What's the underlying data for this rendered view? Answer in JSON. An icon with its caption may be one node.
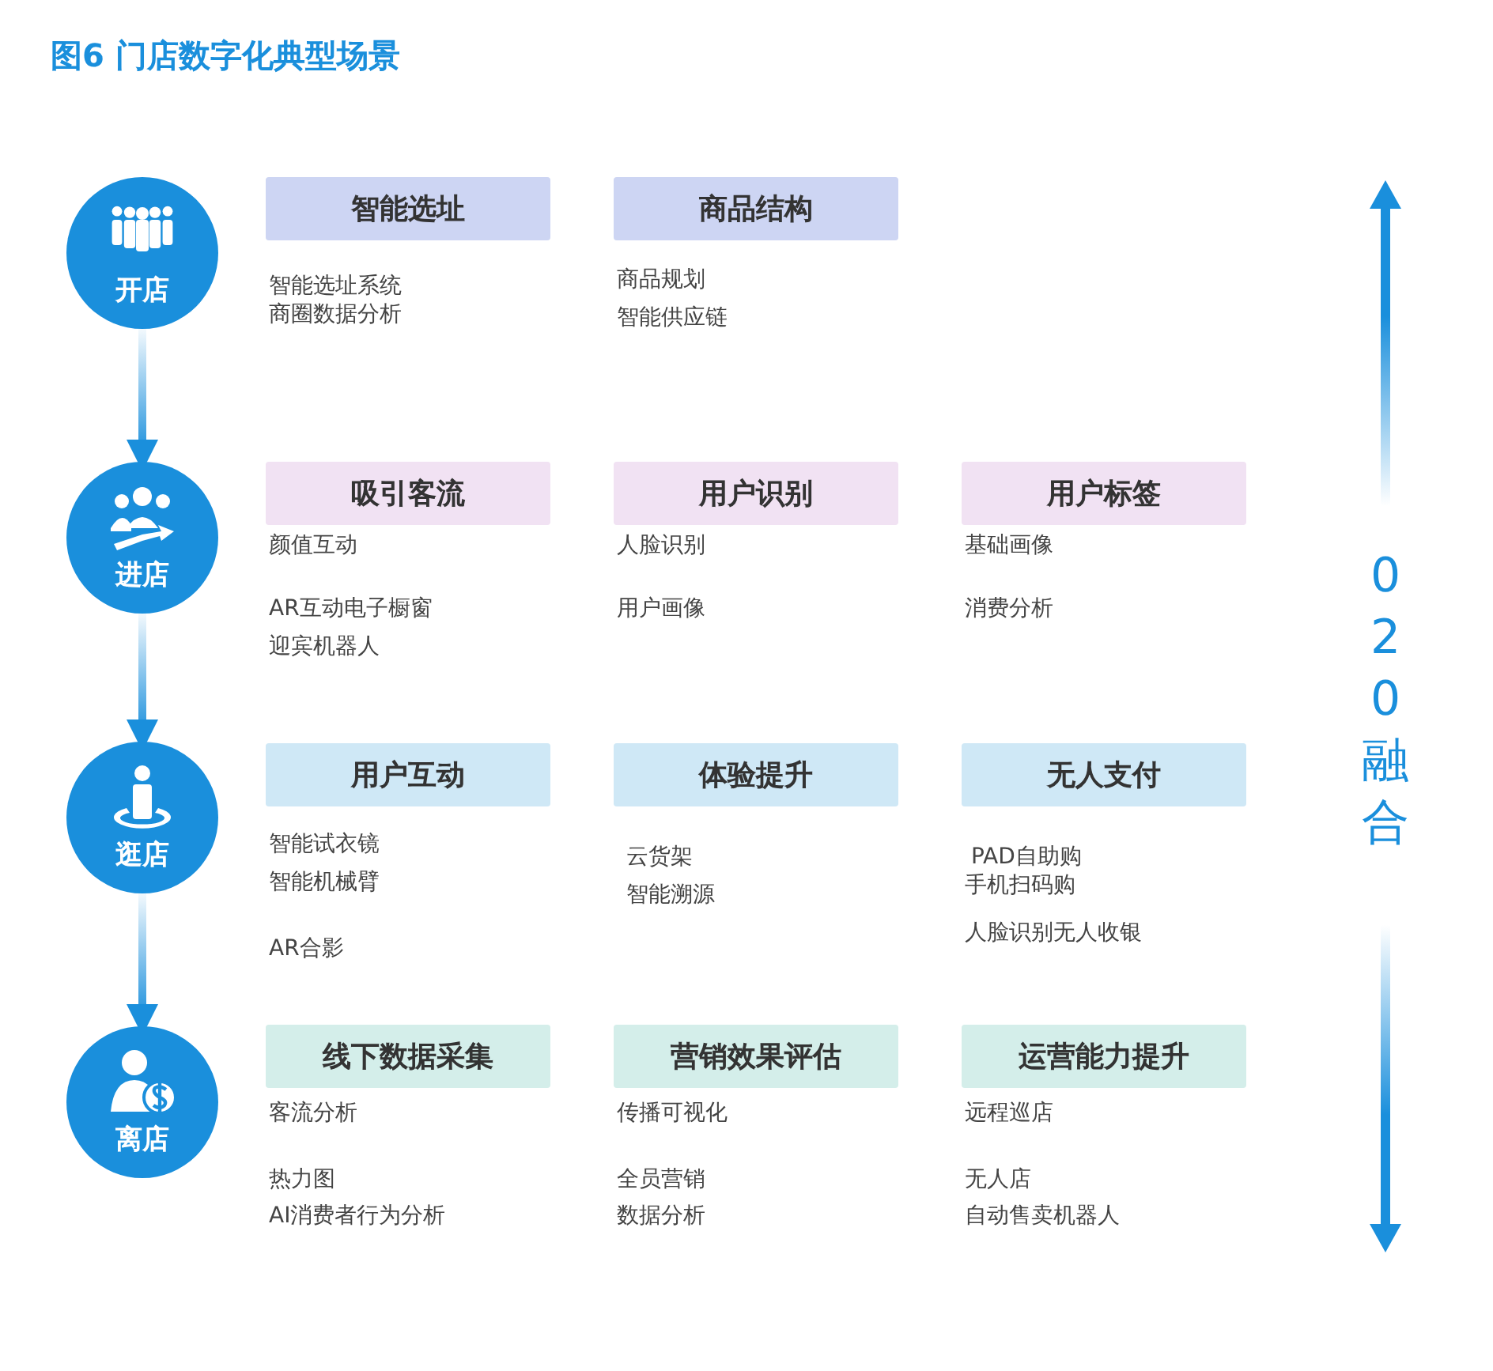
{
  "diagram": {
    "title": "图6 门店数字化典型场景",
    "nodes": [
      {
        "text": [
          "开店"
        ]
      },
      {
        "text": [
          "智能选址"
        ],
        "beside": [
          "智能选址系统",
          "商圈数据分析"
        ]
      },
      {
        "text": [
          "商品结构"
        ],
        "beside": [
          "商品规划",
          "智能供应链"
        ]
      },
      {
        "text": [
          "进店"
        ]
      },
      {
        "text": [
          "吸引客流"
        ],
        "beside": [
          "颜值互动",
          "AR互动电子橱窗",
          "迎宾机器人"
        ]
      },
      {
        "text": [
          "用户识别"
        ],
        "beside": [
          "人脸识别",
          "用户画像"
        ]
      },
      {
        "text": [
          "用户标签"
        ],
        "beside": [
          "基础画像",
          "消费分析"
        ]
      },
      {
        "text": [
          "逛店"
        ]
      },
      {
        "text": [
          "用户互动"
        ],
        "beside": [
          "智能试衣镜",
          "智能机械臂",
          "AR合影"
        ]
      },
      {
        "text": [
          "体验提升"
        ],
        "beside": [
          "云货架",
          "智能溯源"
        ]
      },
      {
        "text": [
          "无人支付"
        ],
        "beside": [
          "PAD自助购",
          "手机扫码购",
          "人脸识别无人收银"
        ]
      },
      {
        "text": [
          "离店"
        ]
      },
      {
        "text": [
          "线下数据采集"
        ],
        "beside": [
          "客流分析",
          "热力图",
          "AI消费者行为分析"
        ]
      },
      {
        "text": [
          "营销效果评估"
        ],
        "beside": [
          "传播可视化",
          "全员营销",
          "数据分析"
        ]
      },
      {
        "text": [
          "运营能力提升"
        ],
        "beside": [
          "远程巡店",
          "无人店",
          "自动售卖机器人"
        ]
      }
    ],
    "edges": [
      {
        "from": 0,
        "to": 3,
        "arrow": "to"
      },
      {
        "from": 3,
        "to": 7,
        "arrow": "to"
      },
      {
        "from": 7,
        "to": 11,
        "arrow": "to"
      }
    ],
    "labels": [
      "020融合"
    ]
  }
}
